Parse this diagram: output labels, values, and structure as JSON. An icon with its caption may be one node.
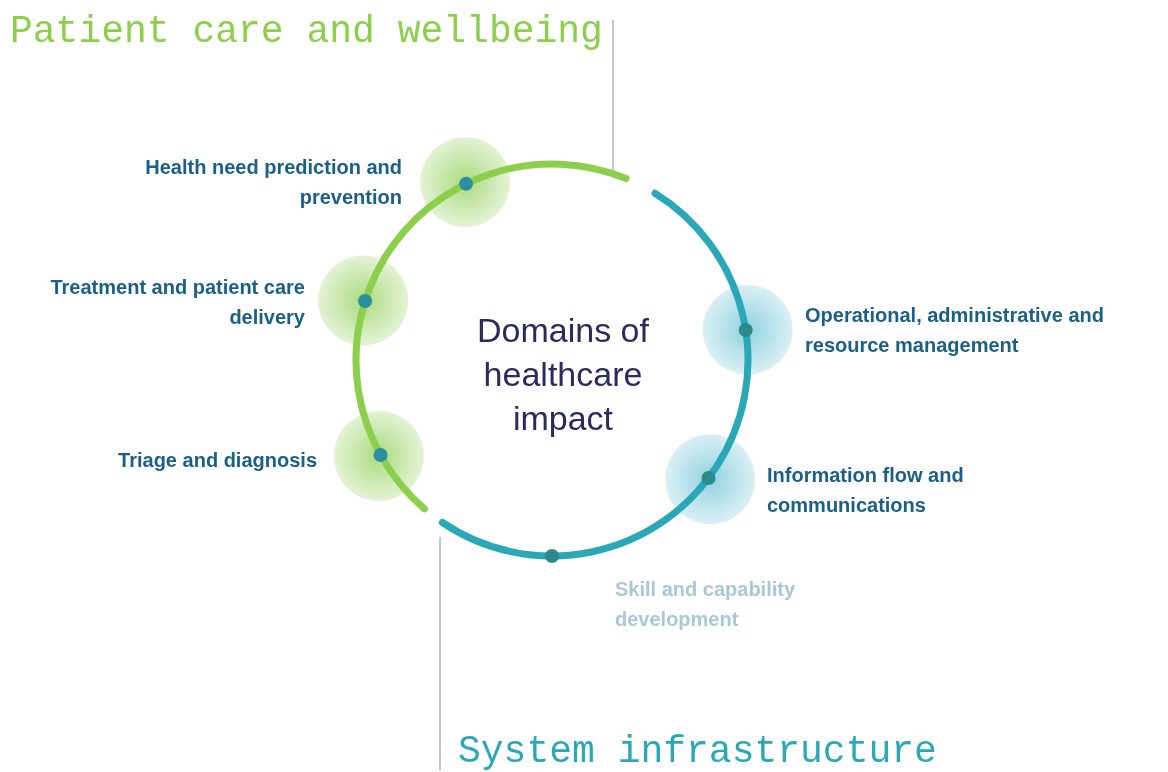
{
  "diagram": {
    "nodes": [
      {
        "text": [
          "Domains of healthcare impact"
        ]
      },
      {
        "text": [
          "Health need prediction and prevention"
        ]
      },
      {
        "text": [
          "Treatment and patient care delivery"
        ]
      },
      {
        "text": [
          "Triage and diagnosis"
        ]
      },
      {
        "text": [
          "Operational, administrative and resource management"
        ]
      },
      {
        "text": [
          "Information flow and communications"
        ]
      },
      {
        "text": [
          "Skill and capability development"
        ]
      }
    ],
    "labels": [
      "Patient care and wellbeing",
      "System infrastructure"
    ]
  }
}
